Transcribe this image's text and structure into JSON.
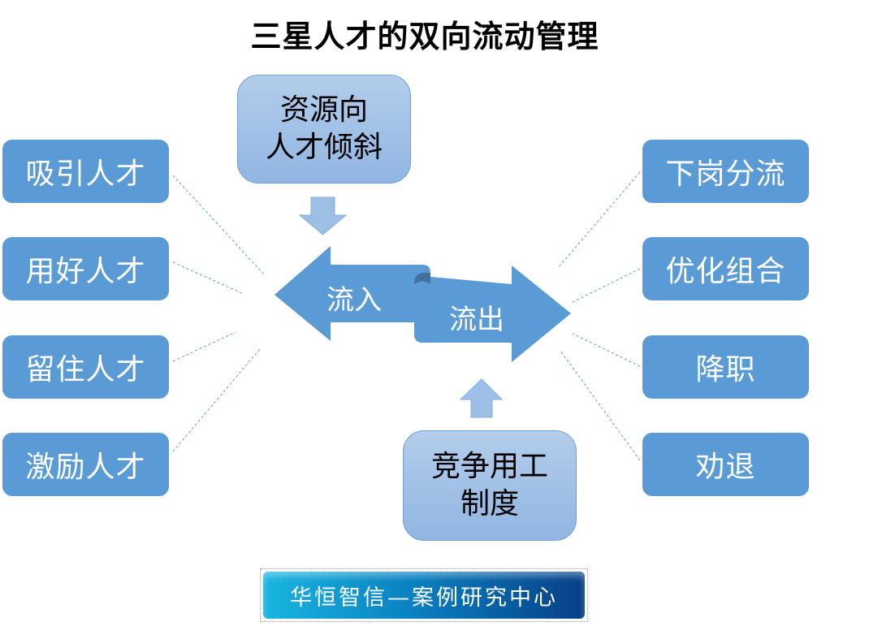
{
  "title": "三星人才的双向流动管理",
  "top_box": {
    "line1": "资源向",
    "line2": "人才倾斜"
  },
  "bottom_box": {
    "line1": "竞争用工",
    "line2": "制度"
  },
  "center": {
    "inflow": "流入",
    "outflow": "流出"
  },
  "left_items": [
    "吸引人才",
    "用好人才",
    "留住人才",
    "激励人才"
  ],
  "right_items": [
    "下岗分流",
    "优化组合",
    "降职",
    "劝退"
  ],
  "footer": "华恒智信—案例研究中心",
  "colors": {
    "box_blue": "#5b9bd5",
    "light_box_top": "#b3cdeb",
    "light_box_bottom": "#91b6e2",
    "connector": "#5b9bd5"
  }
}
